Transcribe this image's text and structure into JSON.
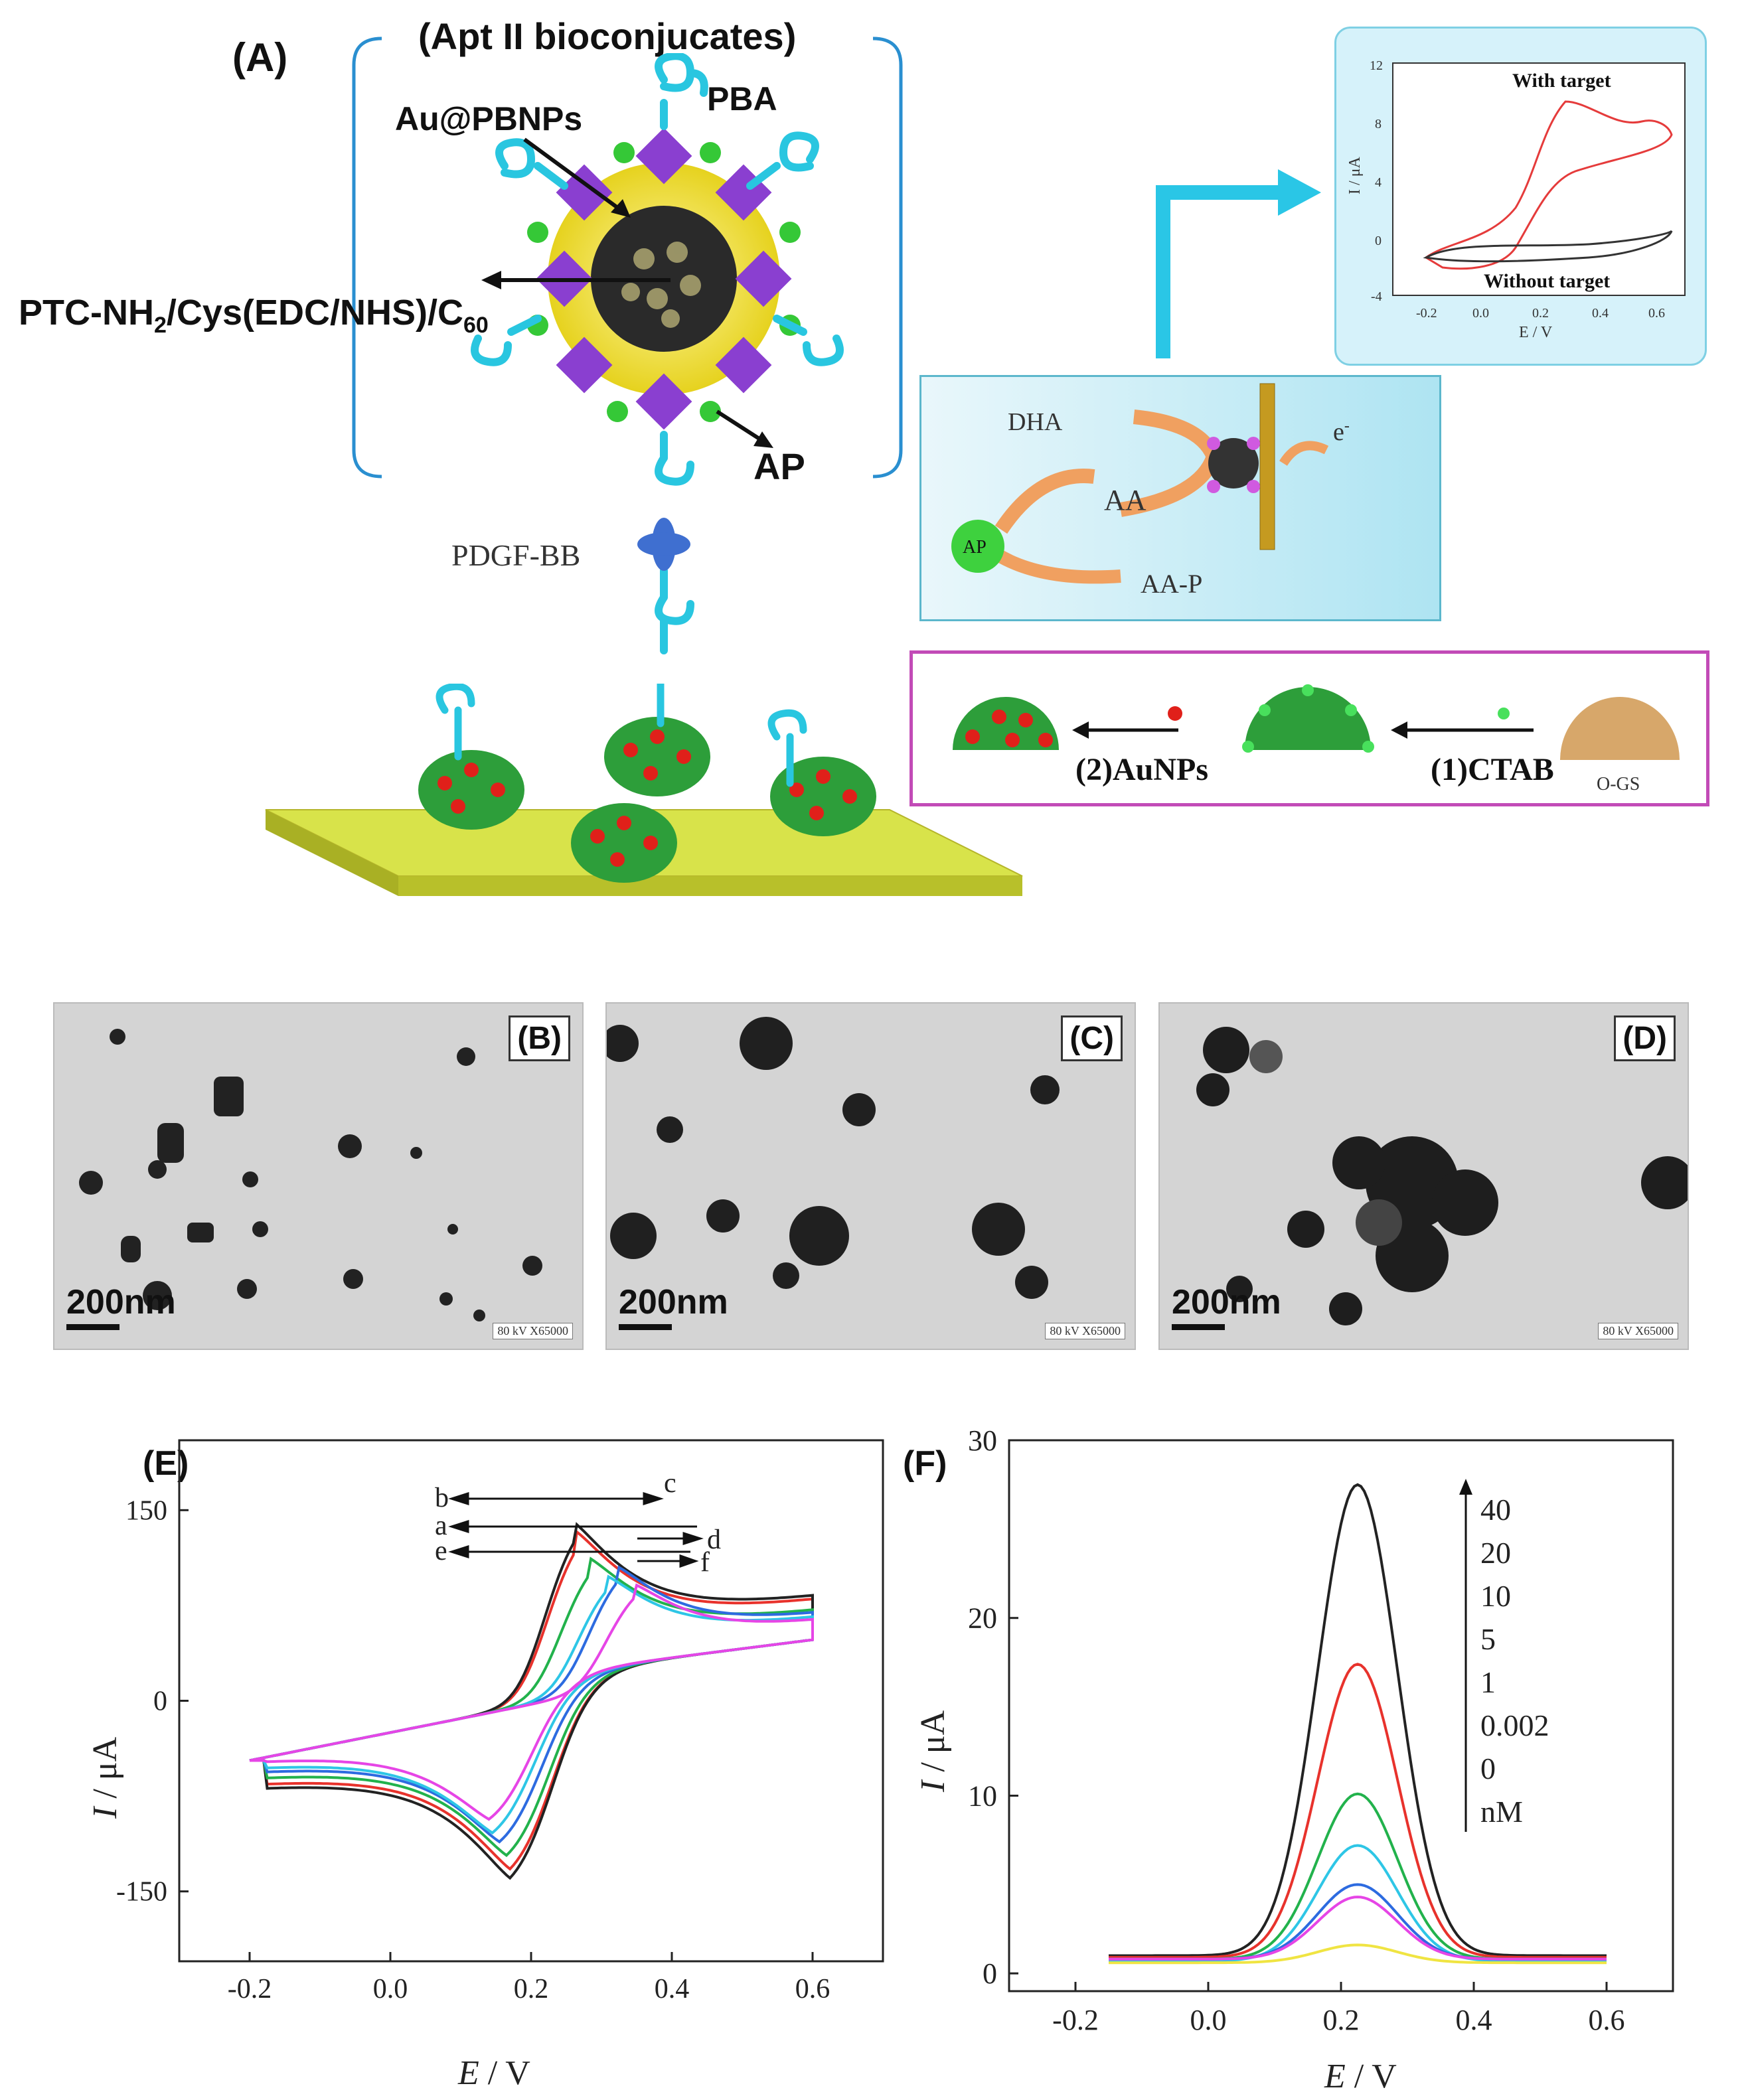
{
  "panel_a": {
    "label": "(A)",
    "bracket_title": "(Apt II bioconjucates)",
    "au_pbnps": "Au@PBNPs",
    "pba": "PBA",
    "ptc_main": "PTC-NH",
    "ptc_sub2": "2",
    "ptc_mid": "/Cys(EDC/NHS)/C",
    "ptc_sub60": "60",
    "ap": "AP",
    "pdgf": "PDGF-BB",
    "inset_cv": {
      "with_target": "With target",
      "without_target": "Without target",
      "ylabel": "I / μA",
      "xlabel": "E / V",
      "yticks": [
        "12",
        "8",
        "4",
        "0",
        "-4"
      ],
      "xticks": [
        "-0.2",
        "0.0",
        "0.2",
        "0.4",
        "0.6"
      ]
    },
    "reaction": {
      "dha": "DHA",
      "aa": "AA",
      "aap": "AA-P",
      "ap": "AP",
      "electron": "e",
      "electron_sup": "-"
    },
    "prep": {
      "step2": "(2)AuNPs",
      "step1": "(1)CTAB",
      "ogs": "O-GS"
    }
  },
  "tem_panels": [
    {
      "label": "(B)",
      "scale": "200nm",
      "stamp": "80 kV X65000"
    },
    {
      "label": "(C)",
      "scale": "200nm",
      "stamp": "80 kV X65000"
    },
    {
      "label": "(D)",
      "scale": "200nm",
      "stamp": "80 kV X65000"
    }
  ],
  "chart_data": [
    {
      "panel": "(E)",
      "type": "line",
      "xlabel_italic": "E",
      "xlabel_rest": " / V",
      "ylabel_italic": "I",
      "ylabel_rest": " / μA",
      "xlim": [
        -0.3,
        0.7
      ],
      "ylim": [
        -205,
        205
      ],
      "xticks": [
        "-0.2",
        "0.0",
        "0.2",
        "0.4",
        "0.6"
      ],
      "yticks": [
        "150",
        "0",
        "-150"
      ],
      "curve_labels": [
        "a",
        "b",
        "c",
        "d",
        "e",
        "f"
      ],
      "series": [
        {
          "name": "a",
          "color": "#e8322c",
          "peak_ox": [
            0.265,
            148
          ],
          "peak_red": [
            0.17,
            -150
          ]
        },
        {
          "name": "b",
          "color": "#222222",
          "peak_ox": [
            0.262,
            156
          ],
          "peak_red": [
            0.17,
            -158
          ]
        },
        {
          "name": "c",
          "color": "#22b24c",
          "peak_ox": [
            0.285,
            124
          ],
          "peak_red": [
            0.165,
            -138
          ]
        },
        {
          "name": "d",
          "color": "#2d6be0",
          "peak_ox": [
            0.325,
            116
          ],
          "peak_red": [
            0.155,
            -126
          ]
        },
        {
          "name": "e",
          "color": "#2ec6e6",
          "peak_ox": [
            0.31,
            108
          ],
          "peak_red": [
            0.145,
            -118
          ]
        },
        {
          "name": "f",
          "color": "#e645e6",
          "peak_ox": [
            0.35,
            100
          ],
          "peak_red": [
            0.14,
            -106
          ]
        }
      ]
    },
    {
      "panel": "(F)",
      "type": "line",
      "xlabel_italic": "E",
      "xlabel_rest": " / V",
      "ylabel_italic": "I",
      "ylabel_rest": " / μA",
      "xlim": [
        -0.3,
        0.7
      ],
      "ylim": [
        -1,
        30
      ],
      "xticks": [
        "-0.2",
        "0.0",
        "0.2",
        "0.4",
        "0.6"
      ],
      "yticks": [
        "0",
        "10",
        "20",
        "30"
      ],
      "legend_values": [
        "40",
        "20",
        "10",
        "5",
        "1",
        "0.002",
        "0"
      ],
      "legend_unit": "nM",
      "series": [
        {
          "name": "40",
          "color": "#222222",
          "peak": 27.5,
          "base": 1.0
        },
        {
          "name": "20",
          "color": "#e8322c",
          "peak": 17.4,
          "base": 0.9
        },
        {
          "name": "10",
          "color": "#22b24c",
          "peak": 10.1,
          "base": 0.8
        },
        {
          "name": "5",
          "color": "#2ec6e6",
          "peak": 7.2,
          "base": 0.7
        },
        {
          "name": "1",
          "color": "#2d6be0",
          "peak": 5.0,
          "base": 0.8
        },
        {
          "name": "0.002",
          "color": "#e645e6",
          "peak": 4.3,
          "base": 0.8
        },
        {
          "name": "0",
          "color": "#f0e442",
          "peak": 1.6,
          "base": 0.6
        }
      ]
    }
  ]
}
